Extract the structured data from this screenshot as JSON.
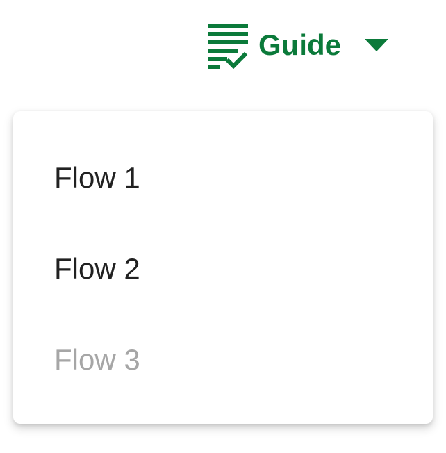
{
  "toolbar": {
    "guide_label": "Guide",
    "guide_icon": "guide-checklist-icon",
    "dropdown_icon": "caret-down-icon",
    "accent_color": "#0b7a3a"
  },
  "menu": {
    "items": [
      {
        "label": "Flow 1",
        "state": "enabled"
      },
      {
        "label": "Flow 2",
        "state": "enabled"
      },
      {
        "label": "Flow 3",
        "state": "disabled"
      }
    ],
    "colors": {
      "enabled_text": "#212121",
      "disabled_text": "#a6a6a6"
    }
  }
}
